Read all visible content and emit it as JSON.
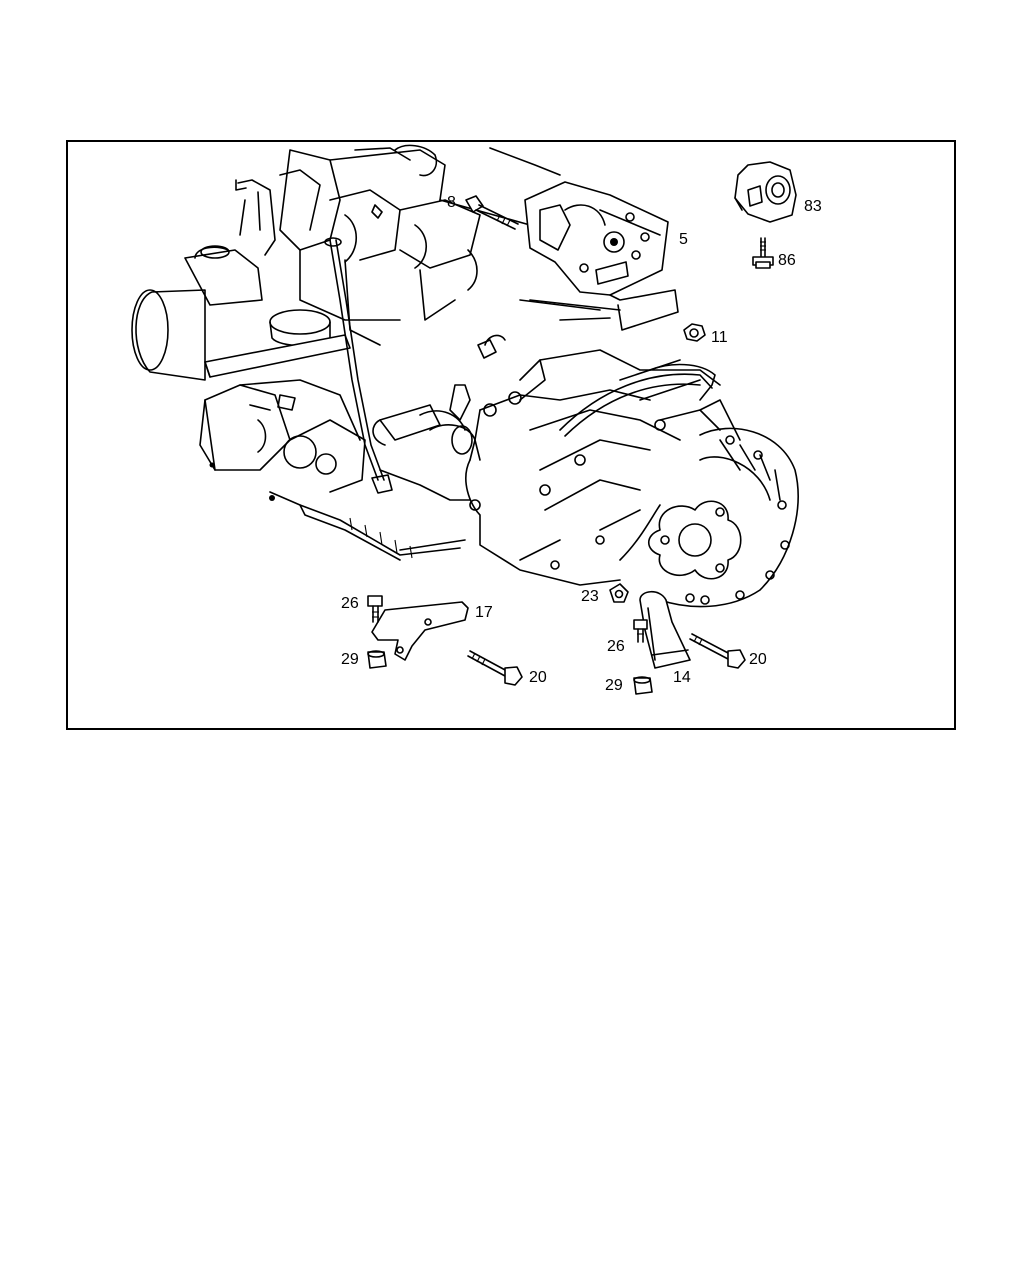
{
  "diagram": {
    "callouts": {
      "p8": "8",
      "p5": "5",
      "p83": "83",
      "p86": "86",
      "p11": "11",
      "p17": "17",
      "p26a": "26",
      "p29a": "29",
      "p20a": "20",
      "p23": "23",
      "p26b": "26",
      "p20b": "20",
      "p14": "14",
      "p29b": "29"
    }
  }
}
